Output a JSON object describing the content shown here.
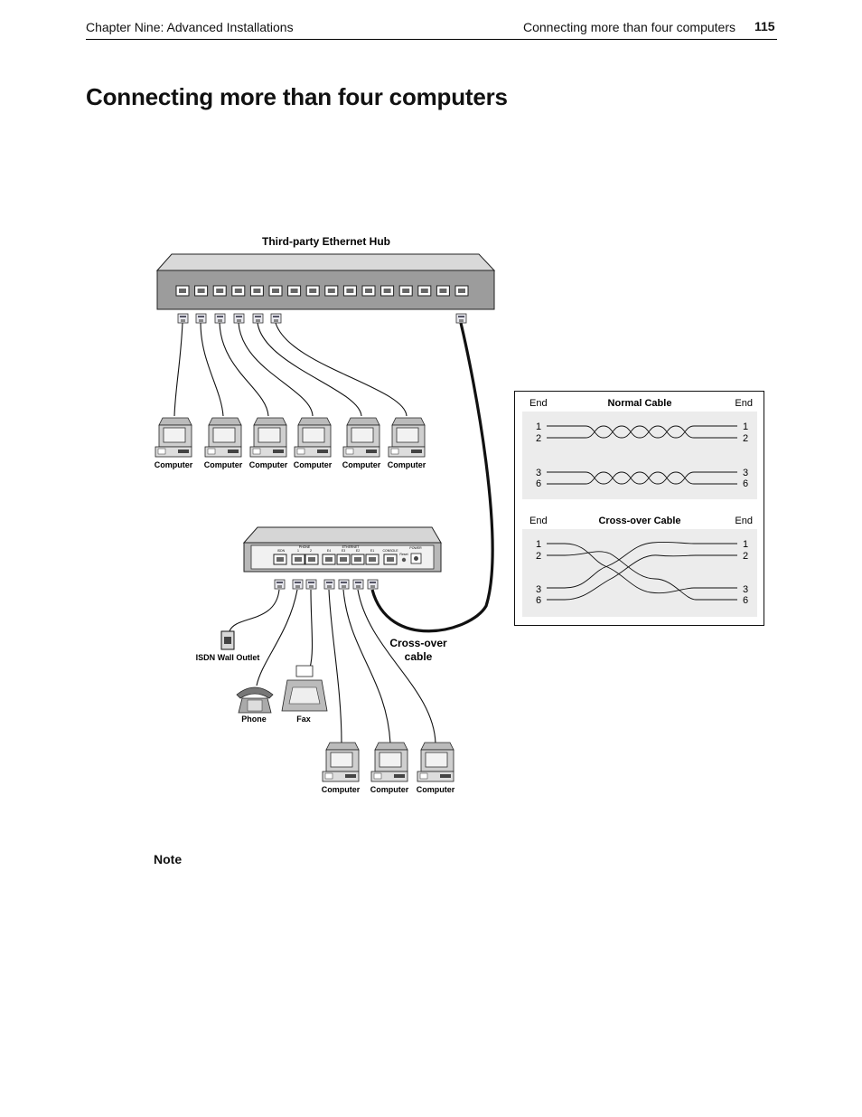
{
  "header": {
    "chapter": "Chapter Nine: Advanced Installations",
    "section": "Connecting more than four computers",
    "page_number": "115"
  },
  "title": "Connecting more than four computers",
  "diagram": {
    "hub_label": "Third-party Ethernet Hub",
    "computer_label": "Computer",
    "isdn_label": "ISDN Wall Outlet",
    "phone_label": "Phone",
    "fax_label": "Fax",
    "crossover_label_line1": "Cross-over",
    "crossover_label_line2": "cable",
    "router_labels": {
      "isdn": "ISDN",
      "phone": "PHONE",
      "ethernet": "ETHERNET",
      "console": "CONSOLE",
      "power": "POWER",
      "reset": "Reset",
      "phone_ports": [
        "1",
        "2"
      ],
      "ethernet_ports": [
        "E4",
        "E3",
        "E2",
        "E1"
      ]
    }
  },
  "cable_legend": {
    "normal": {
      "title": "Normal Cable",
      "end_left": "End",
      "end_right": "End",
      "pins_left": [
        "1",
        "2",
        "3",
        "6"
      ],
      "pins_right": [
        "1",
        "2",
        "3",
        "6"
      ]
    },
    "crossover": {
      "title": "Cross-over Cable",
      "end_left": "End",
      "end_right": "End",
      "pins_left": [
        "1",
        "2",
        "3",
        "6"
      ],
      "pins_right": [
        "1",
        "2",
        "3",
        "6"
      ]
    }
  },
  "note_label": "Note"
}
